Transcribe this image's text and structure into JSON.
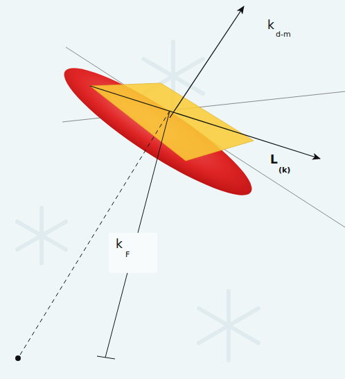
{
  "diagram": {
    "labels": [
      "k",
      "d-m",
      "L",
      "(k)",
      "k",
      "F"
    ]
  }
}
